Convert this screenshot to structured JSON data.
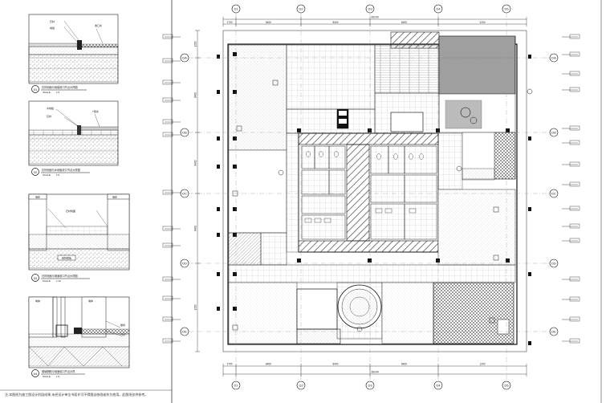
{
  "details": [
    {
      "num": "01",
      "scale_label": "SCALE",
      "scale": "1:5",
      "title": "石材地面与地毯收口节点大样图"
    },
    {
      "num": "02",
      "scale_label": "SCALE",
      "scale": "1:5",
      "title": "石材地面与木地板收口节点大样图"
    },
    {
      "num": "03",
      "scale_label": "SCALE",
      "scale": "1:10",
      "title": "石材地面与墙面收口节点大样图"
    },
    {
      "num": "04",
      "scale_label": "SCALE",
      "scale": "1:5",
      "title": "玻璃隔断与地面收口节点大样"
    }
  ],
  "grid_top": [
    "D1",
    "D2",
    "D3",
    "D4",
    "D5"
  ],
  "grid_bottom": [
    "D1",
    "D2",
    "D3",
    "D4",
    "D5"
  ],
  "grid_left": [
    "DA",
    "DB",
    "DC",
    "DD",
    "DE"
  ],
  "grid_right": [
    "DA",
    "DB",
    "DC",
    "DD",
    "DE"
  ],
  "dims_top": [
    "1700",
    "8400",
    "8400",
    "8400",
    "1200"
  ],
  "dims_top_total": "28100",
  "dims_bottom": [
    "1700",
    "8400",
    "8400",
    "8400",
    "1200"
  ],
  "dims_bottom_total": "28100",
  "dims_left": [
    "1200",
    "8400",
    "8400",
    "8400",
    "1200"
  ],
  "footer_text": "注:本图纸为施工图设计阶段成果,未经设计单位书面许可不得擅自修改或作为他用。此图纸仅供参考。",
  "colors": {
    "line": "#222222",
    "hatch": "#555555",
    "accent": "#000000"
  }
}
